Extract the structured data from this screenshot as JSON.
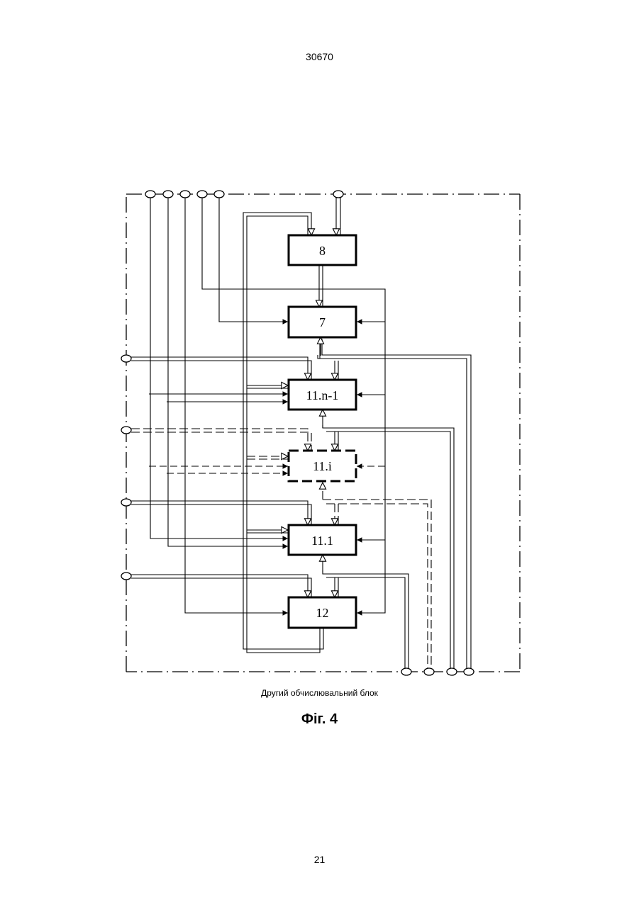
{
  "page": {
    "header_number": "30670",
    "footer_number": "21"
  },
  "figure": {
    "caption": "Другий обчислювальний блок",
    "label": "Фіг. 4"
  },
  "blocks": {
    "b8": "8",
    "b7": "7",
    "b11n1": "11.n-1",
    "b11i": "11.i",
    "b111": "11.1",
    "b12": "12"
  }
}
